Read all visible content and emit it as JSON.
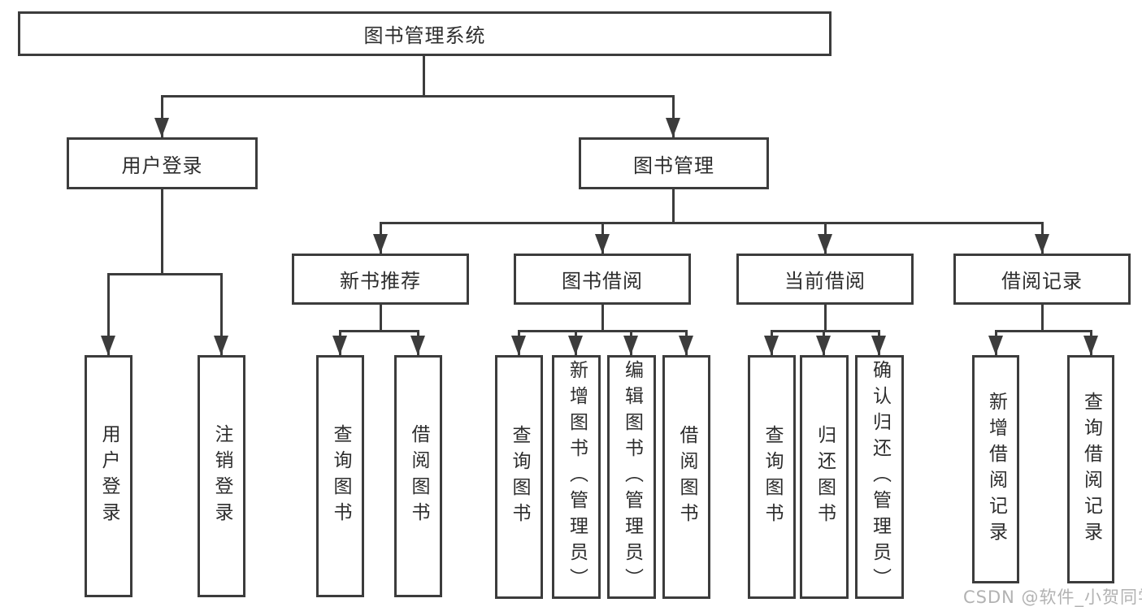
{
  "tree": {
    "root": "图书管理系统",
    "branches": [
      "用户登录",
      "图书管理"
    ],
    "sections": [
      "新书推荐",
      "图书借阅",
      "当前借阅",
      "借阅记录"
    ],
    "leaves": {
      "login": [
        "用户登录",
        "注销登录"
      ],
      "recommend": [
        "查询图书",
        "借阅图书"
      ],
      "borrow": [
        "查询图书",
        "新增图书（管理员）",
        "编辑图书（管理员）",
        "借阅图书"
      ],
      "current": [
        "查询图书",
        "归还图书",
        "确认归还（管理员）"
      ],
      "records": [
        "新增借阅记录",
        "查询借阅记录"
      ]
    }
  },
  "watermark": "CSDN @软件_小贺同学",
  "colors": {
    "line": "#3c3c3c",
    "text": "#2d2d2d",
    "background": "#ffffff",
    "watermark": "#b2b2b2"
  }
}
